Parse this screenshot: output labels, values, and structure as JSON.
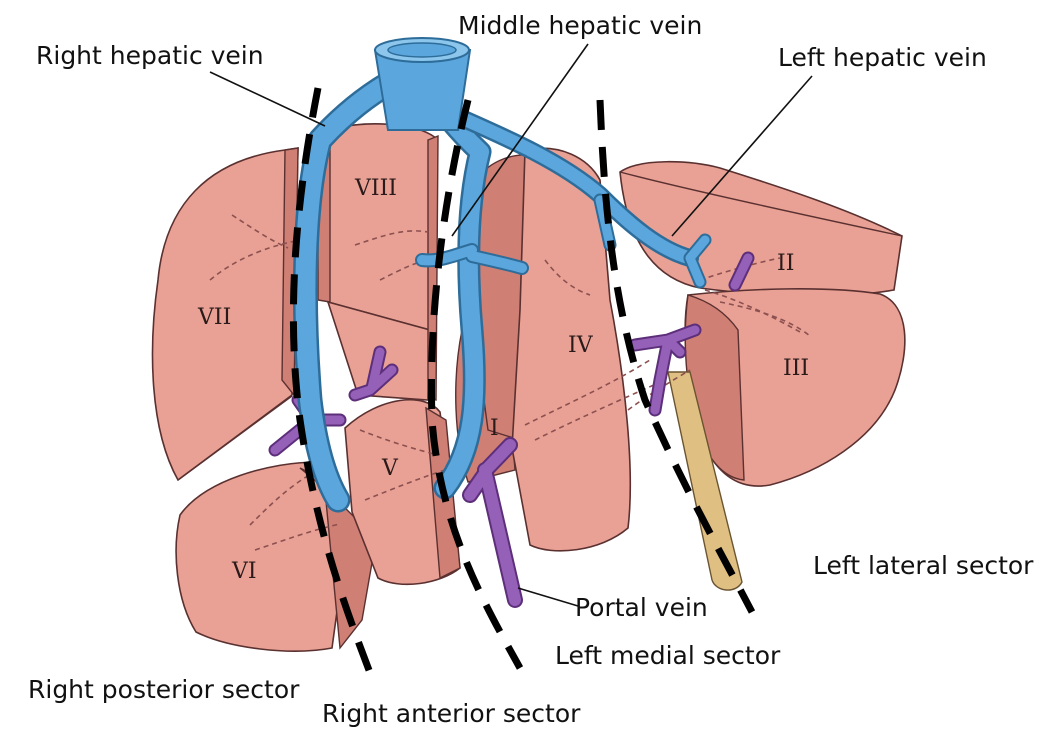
{
  "labels": {
    "middle_hepatic_vein": "Middle hepatic vein",
    "right_hepatic_vein": "Right hepatic vein",
    "left_hepatic_vein": "Left hepatic vein",
    "portal_vein": "Portal vein",
    "left_lateral_sector": "Left lateral sector",
    "left_medial_sector": "Left medial sector",
    "right_posterior_sector": "Right posterior sector",
    "right_anterior_sector": "Right anterior sector"
  },
  "segments": {
    "I": "I",
    "II": "II",
    "III": "III",
    "IV": "IV",
    "V": "V",
    "VI": "VI",
    "VII": "VII",
    "VIII": "VIII"
  },
  "colors": {
    "liver": "#e8a194",
    "liver_shadow": "#cf7f73",
    "hepatic_vein": "#5ba6dc",
    "portal_vein": "#9560b8",
    "ligament": "#e0bf82",
    "background": "#ffffff"
  }
}
